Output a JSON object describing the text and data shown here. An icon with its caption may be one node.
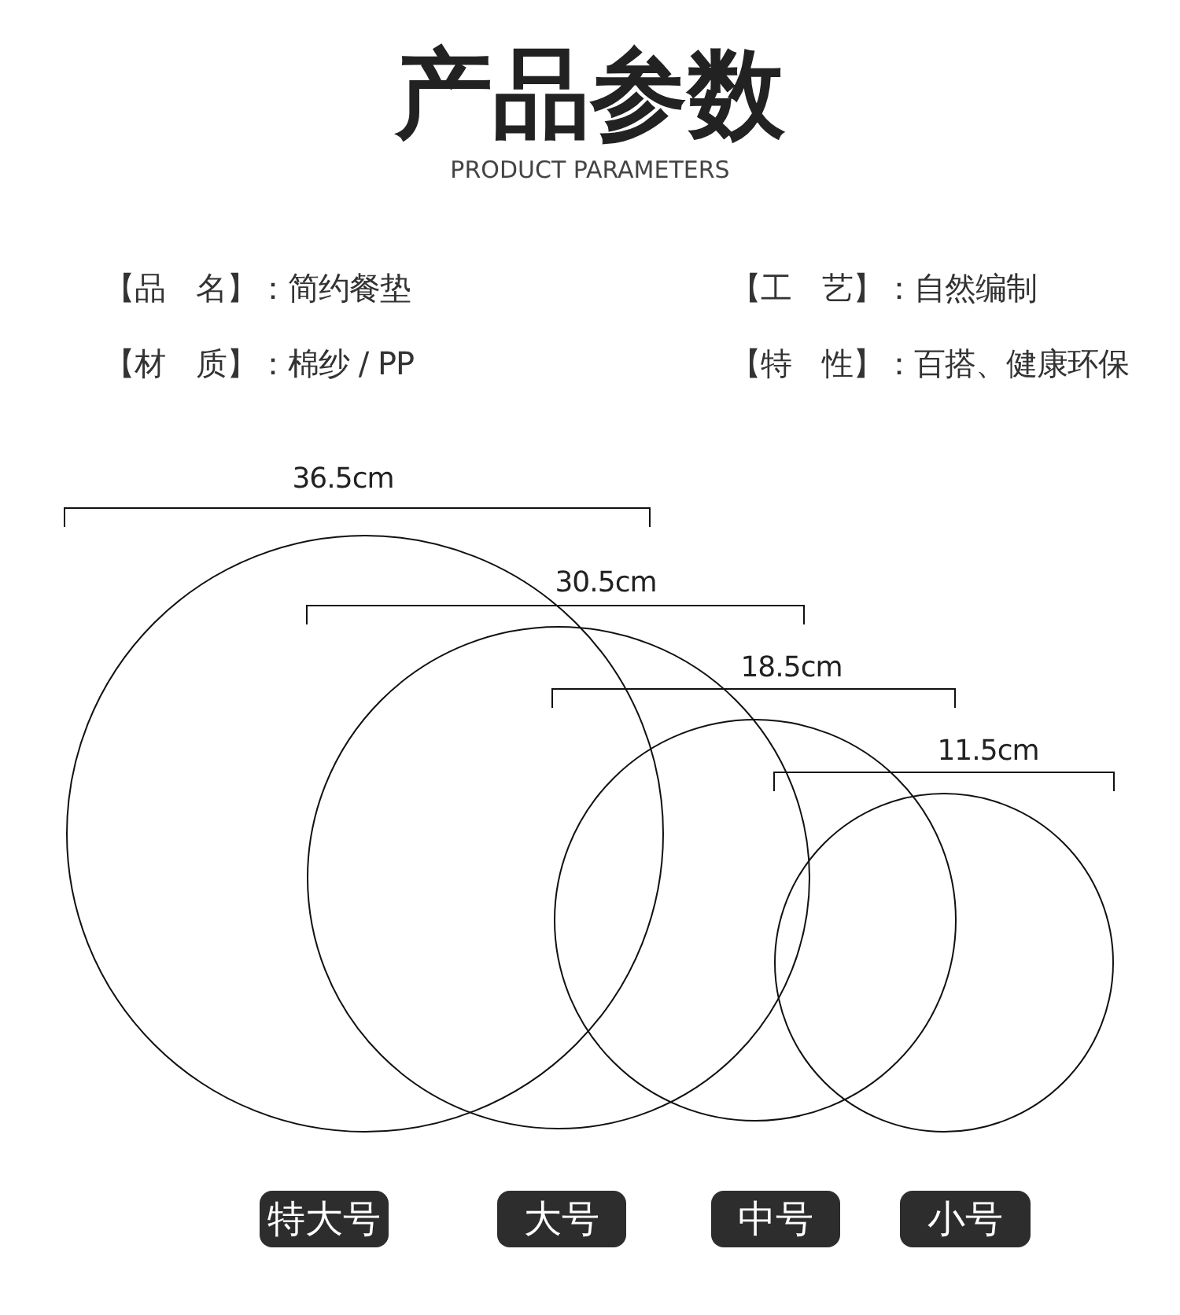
{
  "diagram": {
    "title": "产品参数",
    "nodes": [
      {
        "text": [],
        "shape": "circle"
      },
      {
        "text": [],
        "shape": "circle"
      },
      {
        "text": [],
        "shape": "circle"
      },
      {
        "text": [],
        "shape": "circle"
      },
      {
        "text": [
          "特大号"
        ]
      },
      {
        "text": [
          "大号"
        ]
      },
      {
        "text": [
          "中号"
        ]
      },
      {
        "text": [
          "小号"
        ]
      }
    ],
    "labels": [
      "PRODUCT PARAMETERS",
      "【品　名】：简约餐垫",
      "【工　艺】：自然编制",
      "【材　质】：棉纱 / PP",
      "【特　性】：百搭、健康环保",
      "36.5cm",
      "30.5cm",
      "18.5cm",
      "11.5cm"
    ]
  }
}
